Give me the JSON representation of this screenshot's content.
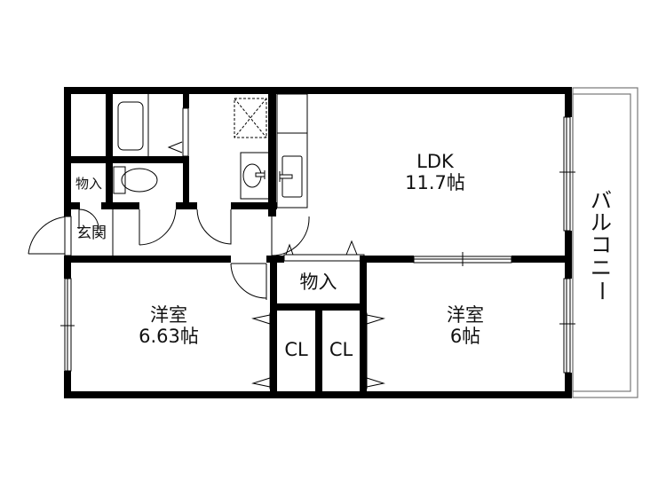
{
  "floor_plan": {
    "type": "apartment-2LDK",
    "rooms": [
      {
        "id": "ldk",
        "name": "LDK",
        "size": "11.7帖"
      },
      {
        "id": "western-room-1",
        "name": "洋室",
        "size": "6.63帖"
      },
      {
        "id": "western-room-2",
        "name": "洋室",
        "size": "6帖"
      },
      {
        "id": "storage-main",
        "name": "物入"
      },
      {
        "id": "storage-entry",
        "name": "物入"
      },
      {
        "id": "closet-1",
        "name": "CL"
      },
      {
        "id": "closet-2",
        "name": "CL"
      },
      {
        "id": "entrance",
        "name": "玄関"
      },
      {
        "id": "balcony",
        "name": "バルコニー",
        "chars": [
          "バ",
          "ル",
          "コ",
          "ニ",
          "ー"
        ]
      }
    ],
    "colors": {
      "wall": "#000000",
      "background": "#ffffff",
      "balcony_line": "#777777"
    }
  }
}
